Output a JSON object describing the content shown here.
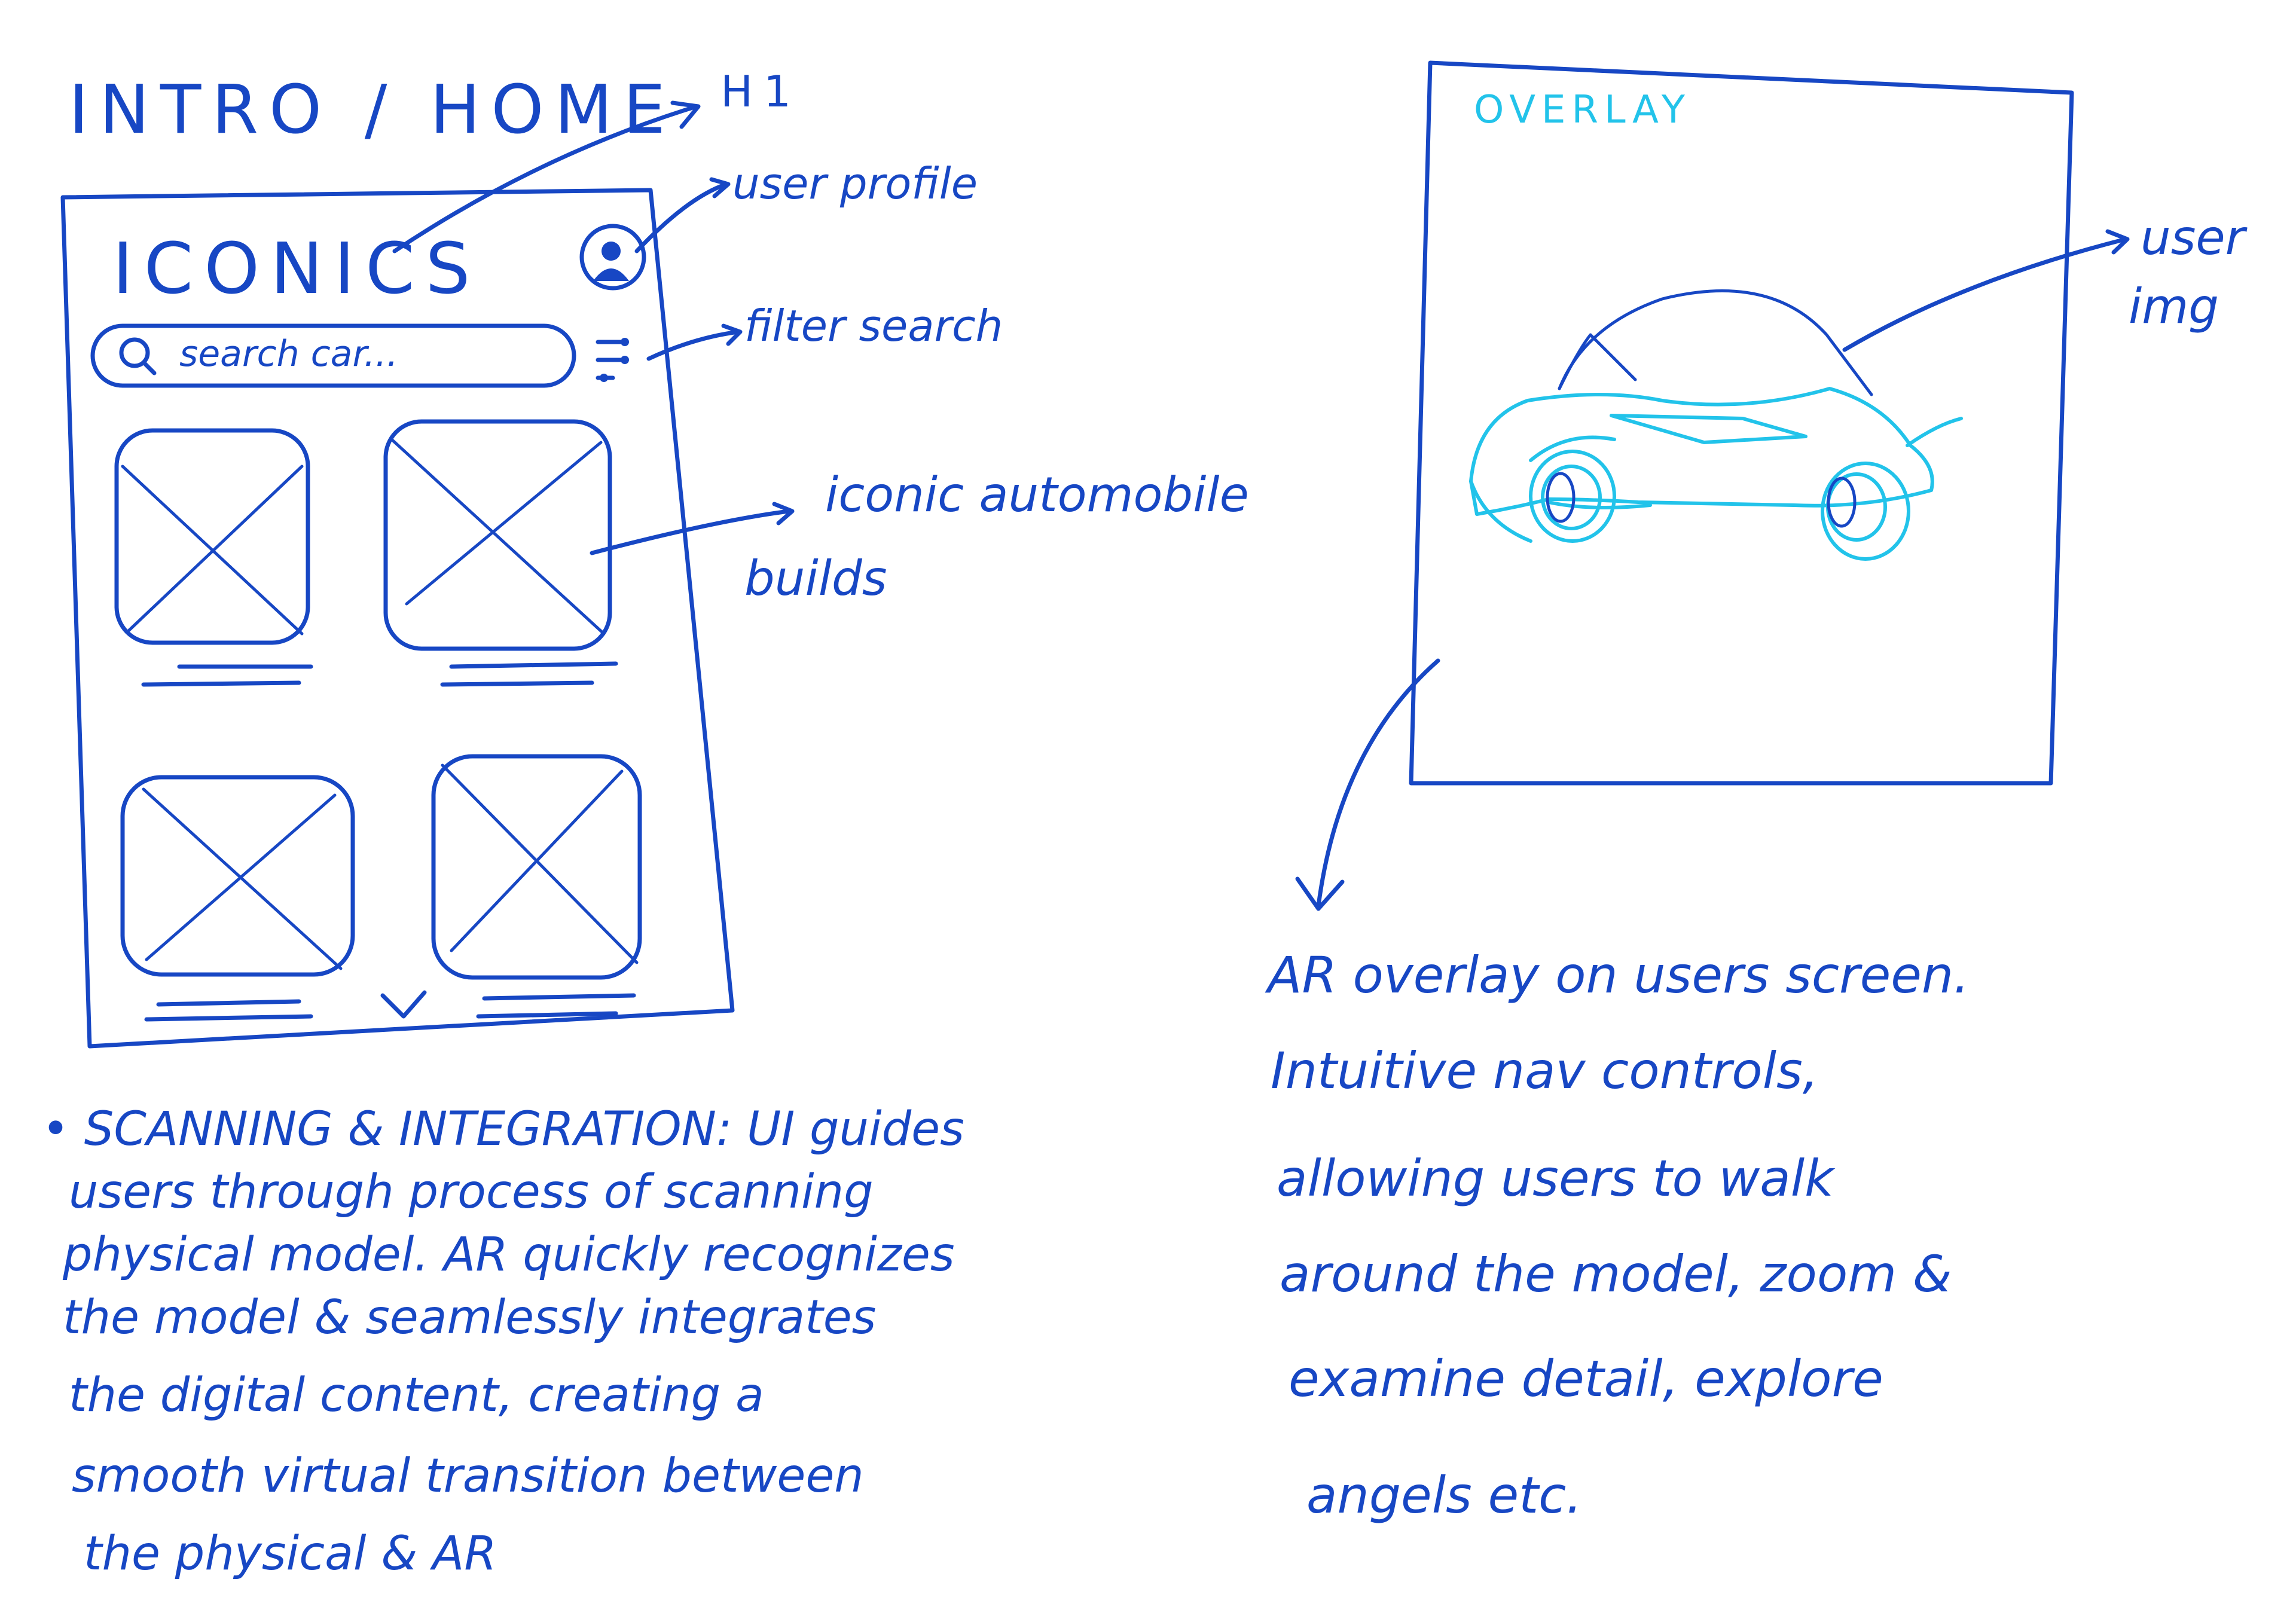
{
  "page_title": "INTRO / HOME",
  "home_wireframe": {
    "app_title": "ICONICS",
    "search_placeholder": "search car..."
  },
  "annotations": {
    "h1": "H1",
    "user_profile": "user profile",
    "filter_search": "filter search",
    "iconic_builds_line1": "iconic automobile",
    "iconic_builds_line2": "builds",
    "user_img_line1": "user",
    "user_img_line2": "img"
  },
  "overlay_wireframe": {
    "label": "OVERLAY"
  },
  "notes": {
    "scanning": [
      "• SCANNING & INTEGRATION: UI guides",
      "users through process of scanning",
      "physical model. AR quickly recognizes",
      "the model & seamlessly integrates",
      "the digital content, creating a",
      "smooth virtual transition between",
      "the physical & AR"
    ],
    "ar_overlay": [
      "AR overlay on users screen.",
      "Intuitive nav controls,",
      "allowing users to walk",
      "around the model, zoom &",
      "examine detail, explore",
      "angels etc."
    ]
  },
  "colors": {
    "ink": "#1747c4",
    "accent": "#22c3ea",
    "background": "#ffffff"
  },
  "icons": [
    "search-icon",
    "avatar-icon",
    "filter-icon",
    "chevron-down-icon",
    "image-placeholder-icon",
    "car-sketch"
  ]
}
